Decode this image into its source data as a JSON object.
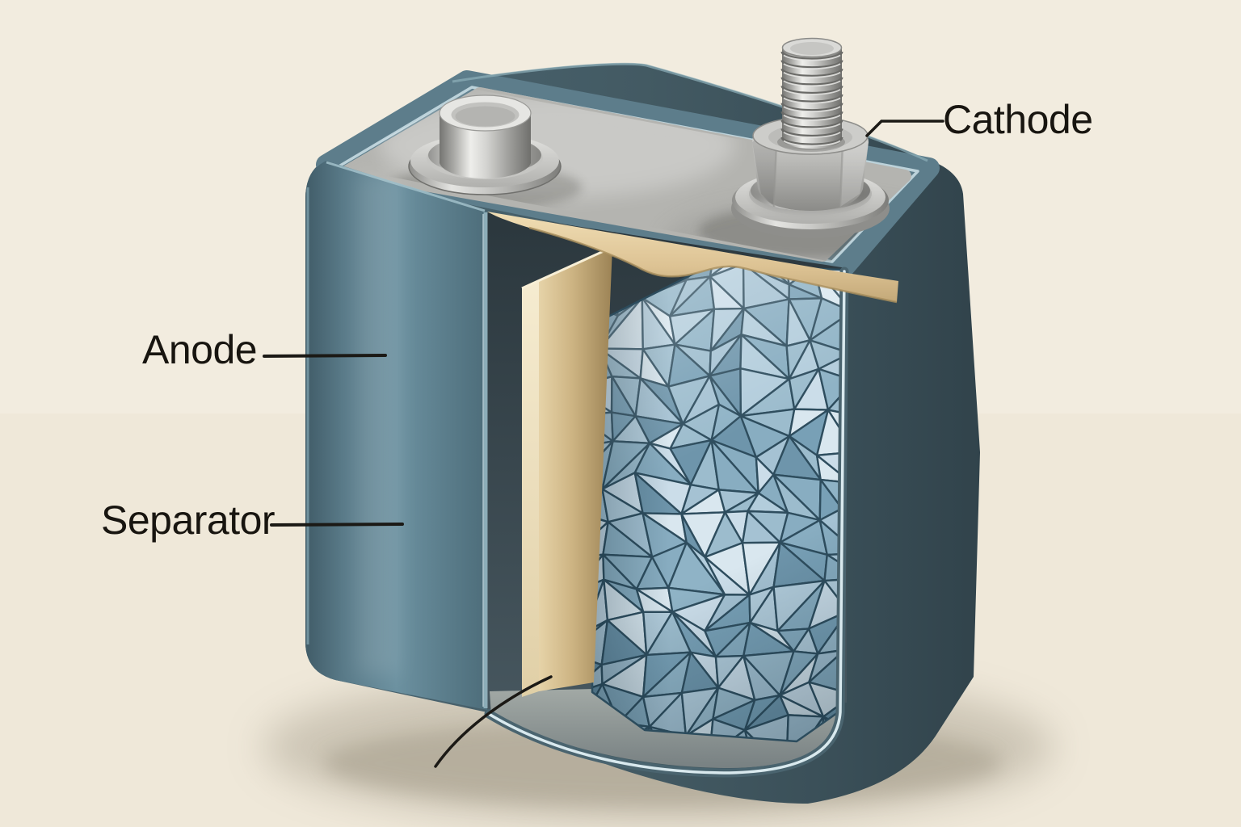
{
  "diagram": {
    "type": "battery-cutaway-illustration",
    "labels": {
      "cathode": "Cathode",
      "anode": "Anode",
      "separator": "Separator"
    },
    "colors": {
      "background": "#f2ecdf",
      "case_front": "#5d7e8c",
      "case_side": "#3a515b",
      "lid_gray": "#b4b4b0",
      "rim_highlight": "#c6dce2",
      "interior_dark": "#334046",
      "floor_gray": "#8f9794",
      "collector_tan": "#e3cda0",
      "separator_tan_edge": "#f0e3c4",
      "separator_tan_face": "#cdb382",
      "cathode_blue": "#a7c3d6",
      "mesh_line": "#2e4d5e",
      "mesh_palette": [
        "#cbdde9",
        "#b3cddc",
        "#9cbccd",
        "#88adc1",
        "#78a0b6",
        "#d9e7ef",
        "#a5c2d3",
        "#8fb3c6",
        "#6e95ab"
      ],
      "terminal_silver": "#c9c9c6",
      "label_text": "#181510",
      "leader_line": "#1b1915"
    }
  }
}
